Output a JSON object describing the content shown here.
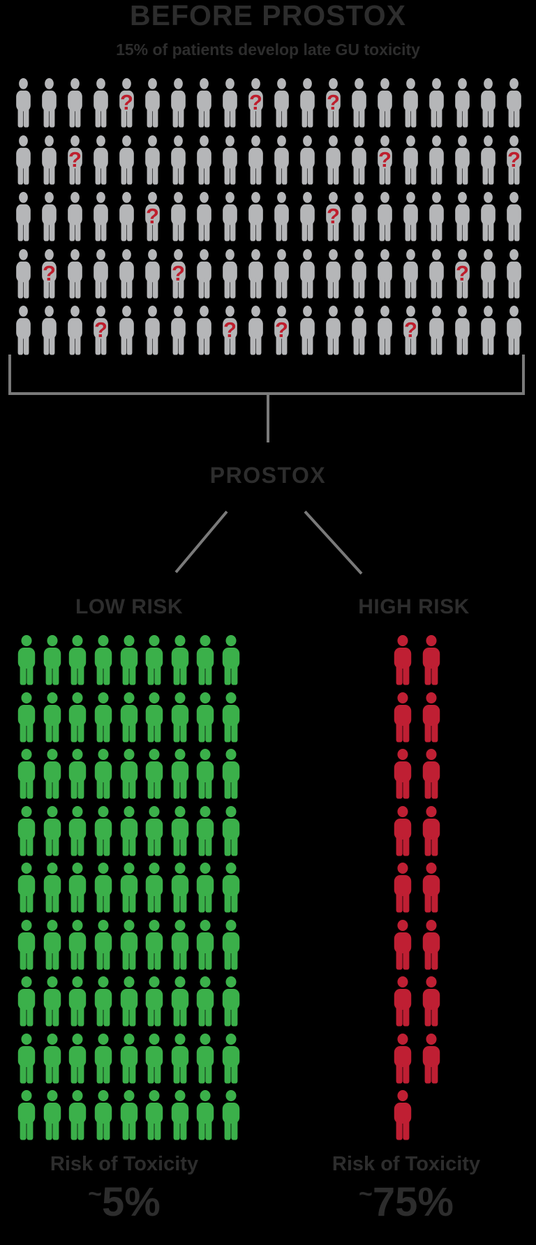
{
  "title": "BEFORE PROSTOX",
  "subtitle": "15% of patients develop late GU toxicity",
  "prostox_label": "PROSTOX",
  "low_risk": {
    "label": "LOW RISK",
    "caption": "Risk of Toxicity",
    "tilde": "~",
    "number": "5%",
    "value": "~5%"
  },
  "high_risk": {
    "label": "HIGH RISK",
    "caption": "Risk of Toxicity",
    "tilde": "~",
    "number": "75%",
    "value": "~75%"
  },
  "colors": {
    "background": "#000000",
    "text_dark": "#2d2d2d",
    "person_gray": "#b5b6b8",
    "person_green": "#3bb04a",
    "person_red": "#bf1f33",
    "question_red": "#be1e2d",
    "connector_gray": "#7a7a7a"
  },
  "chart_data": {
    "type": "pictogram",
    "title": "BEFORE PROSTOX",
    "subtitle": "15% of patients develop late GU toxicity",
    "groups": [
      {
        "name": "before-prostox",
        "description": "100 patients before PROSTOX; 15% marked with red question marks (unknown who develops late GU toxicity)",
        "rows": 5,
        "cols": 20,
        "total": 100,
        "color": "gray",
        "question_marks": 15,
        "question_mark_positions": [
          [
            1,
            5
          ],
          [
            1,
            10
          ],
          [
            1,
            13
          ],
          [
            2,
            3
          ],
          [
            2,
            15
          ],
          [
            2,
            20
          ],
          [
            3,
            6
          ],
          [
            3,
            13
          ],
          [
            4,
            2
          ],
          [
            4,
            7
          ],
          [
            4,
            18
          ],
          [
            5,
            4
          ],
          [
            5,
            9
          ],
          [
            5,
            11
          ],
          [
            5,
            16
          ]
        ]
      },
      {
        "name": "low-risk",
        "description": "Patients classified LOW RISK by PROSTOX",
        "rows": 9,
        "cols": 9,
        "total": 81,
        "color": "green",
        "risk_of_toxicity": "~5%"
      },
      {
        "name": "high-risk",
        "description": "Patients classified HIGH RISK by PROSTOX",
        "rows": 9,
        "cols": 2,
        "total": 17,
        "color": "red",
        "risk_of_toxicity": "~75%"
      }
    ]
  }
}
